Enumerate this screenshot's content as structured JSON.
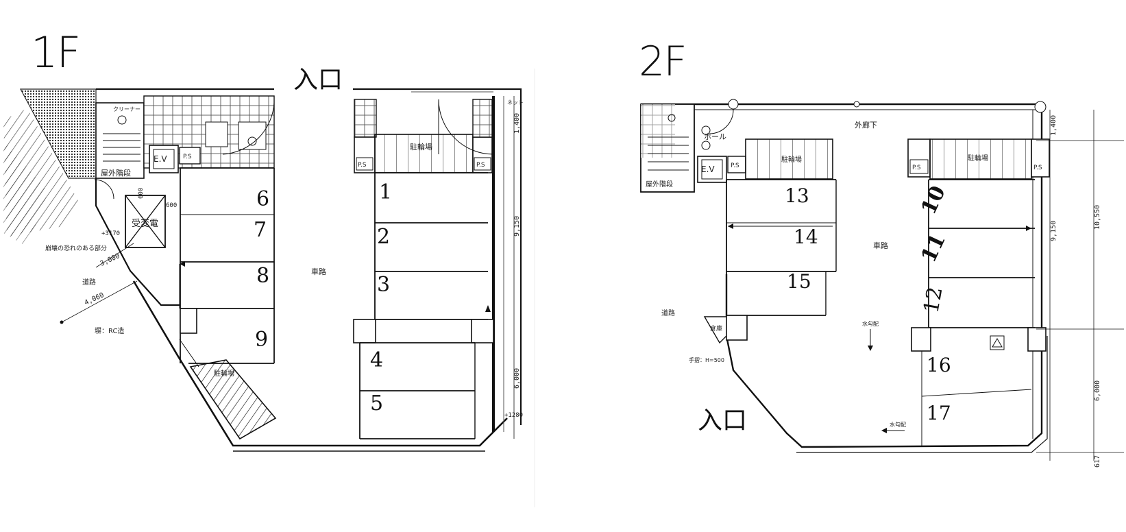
{
  "floor_1": {
    "heading": "1F",
    "entrance": "入口",
    "roadway": "車路",
    "bicycle_parking_top": "駐輪場",
    "bicycle_parking_bottom": "駐輪場",
    "outdoor_stairs": "屋外階段",
    "elevator": "E.V",
    "ps": "P.S",
    "substation": "受変電",
    "road": "道路",
    "fence": "塀：RC造",
    "collapse_note": "崩壊の恐れのある部分",
    "cleaning_room": "クリーナー",
    "dim_3000": "3,000",
    "dim_9150": "9,150",
    "dim_6000": "6,000",
    "dim_1400": "1,400",
    "dim_3170": "+3170",
    "dim_4060": "4,060",
    "dim_1280": "+1280",
    "dim_600a": "600",
    "dim_600b": "600",
    "dim_net": "ネット",
    "slots": [
      "1",
      "2",
      "3",
      "4",
      "5",
      "6",
      "7",
      "8",
      "9"
    ]
  },
  "floor_2": {
    "heading": "2F",
    "entrance": "入口",
    "roadway": "車路",
    "corridor": "外廊下",
    "hall": "ホール",
    "bicycle_parking_left": "駐輪場",
    "bicycle_parking_right": "駐輪場",
    "outdoor_stairs": "屋外階段",
    "elevator": "E.V",
    "ps": "P.S",
    "road": "道路",
    "storage": "倉庫",
    "drain": "水勾配",
    "handrail": "手摺：H=500",
    "dim_9150": "9,150",
    "dim_10550": "10,550",
    "dim_6000": "6,000",
    "dim_1400": "1,400",
    "dim_617": "617",
    "slots": [
      "10",
      "11",
      "12",
      "13",
      "14",
      "15",
      "16",
      "17"
    ]
  }
}
